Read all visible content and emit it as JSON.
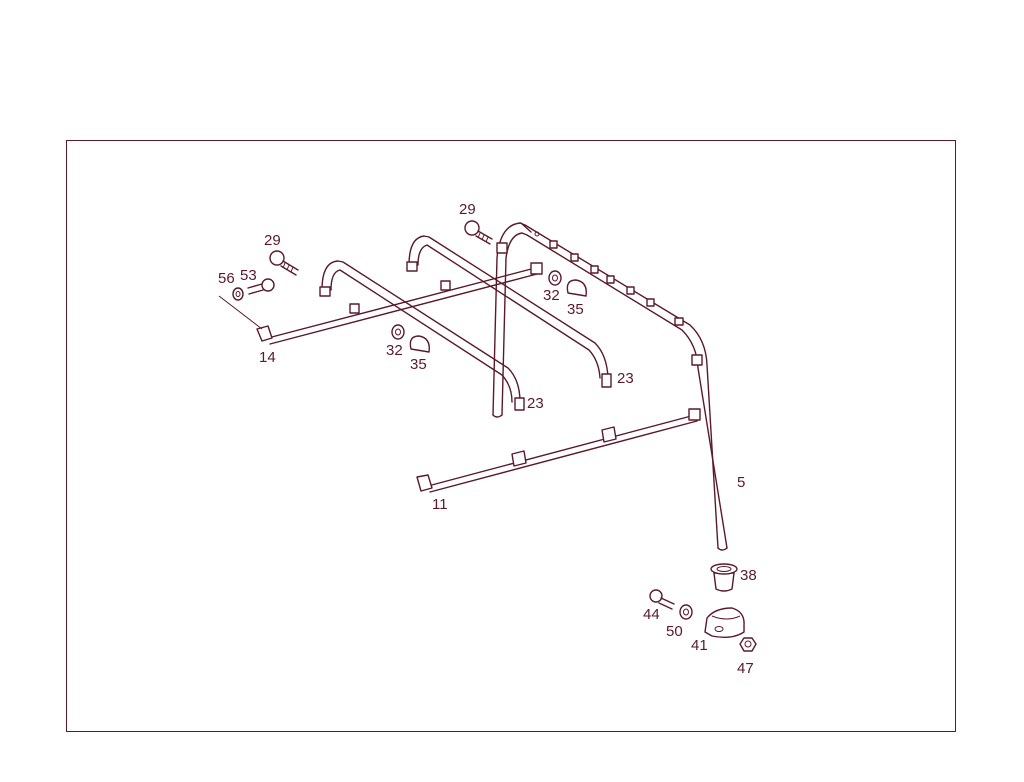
{
  "diagram": {
    "accent_color": "#5a1a2a",
    "background": "#ffffff",
    "callouts": [
      "29",
      "29",
      "56",
      "53",
      "32",
      "35",
      "32",
      "35",
      "14",
      "23",
      "23",
      "11",
      "5",
      "38",
      "44",
      "50",
      "41",
      "47"
    ]
  }
}
